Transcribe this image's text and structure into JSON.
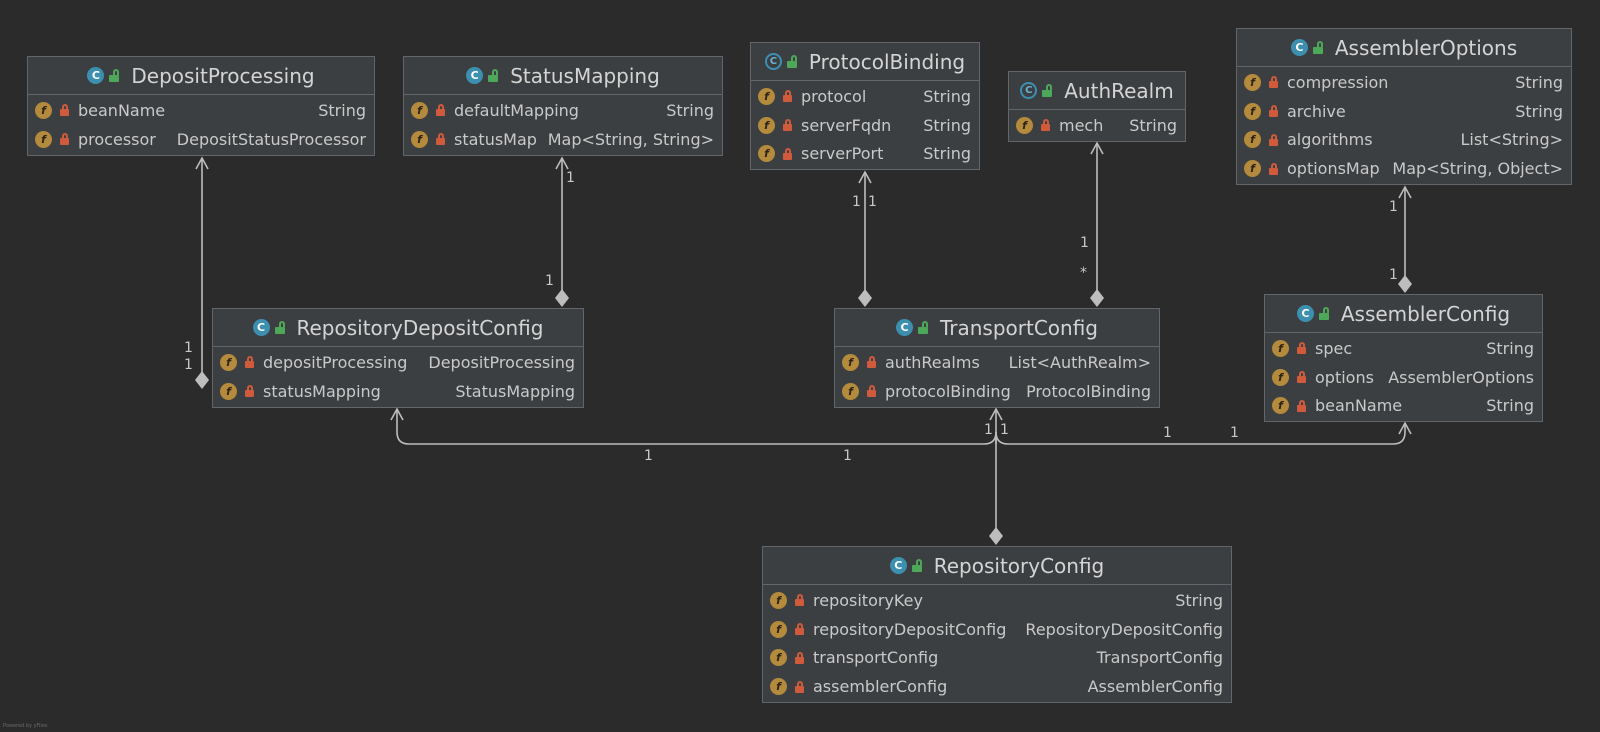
{
  "classes": {
    "depositProcessing": {
      "name": "DepositProcessing",
      "kind": "class",
      "fields": [
        {
          "name": "beanName",
          "type": "String"
        },
        {
          "name": "processor",
          "type": "DepositStatusProcessor"
        }
      ]
    },
    "statusMapping": {
      "name": "StatusMapping",
      "kind": "class",
      "fields": [
        {
          "name": "defaultMapping",
          "type": "String"
        },
        {
          "name": "statusMap",
          "type": "Map<String, String>"
        }
      ]
    },
    "protocolBinding": {
      "name": "ProtocolBinding",
      "kind": "abstract",
      "fields": [
        {
          "name": "protocol",
          "type": "String"
        },
        {
          "name": "serverFqdn",
          "type": "String"
        },
        {
          "name": "serverPort",
          "type": "String"
        }
      ]
    },
    "authRealm": {
      "name": "AuthRealm",
      "kind": "abstract",
      "fields": [
        {
          "name": "mech",
          "type": "String"
        }
      ]
    },
    "assemblerOptions": {
      "name": "AssemblerOptions",
      "kind": "class",
      "fields": [
        {
          "name": "compression",
          "type": "String"
        },
        {
          "name": "archive",
          "type": "String"
        },
        {
          "name": "algorithms",
          "type": "List<String>"
        },
        {
          "name": "optionsMap",
          "type": "Map<String, Object>"
        }
      ]
    },
    "repositoryDepositConfig": {
      "name": "RepositoryDepositConfig",
      "kind": "class",
      "fields": [
        {
          "name": "depositProcessing",
          "type": "DepositProcessing"
        },
        {
          "name": "statusMapping",
          "type": "StatusMapping"
        }
      ]
    },
    "transportConfig": {
      "name": "TransportConfig",
      "kind": "class",
      "fields": [
        {
          "name": "authRealms",
          "type": "List<AuthRealm>"
        },
        {
          "name": "protocolBinding",
          "type": "ProtocolBinding"
        }
      ]
    },
    "assemblerConfig": {
      "name": "AssemblerConfig",
      "kind": "class",
      "fields": [
        {
          "name": "spec",
          "type": "String"
        },
        {
          "name": "options",
          "type": "AssemblerOptions"
        },
        {
          "name": "beanName",
          "type": "String"
        }
      ]
    },
    "repositoryConfig": {
      "name": "RepositoryConfig",
      "kind": "class",
      "fields": [
        {
          "name": "repositoryKey",
          "type": "String"
        },
        {
          "name": "repositoryDepositConfig",
          "type": "RepositoryDepositConfig"
        },
        {
          "name": "transportConfig",
          "type": "TransportConfig"
        },
        {
          "name": "assemblerConfig",
          "type": "AssemblerConfig"
        }
      ]
    }
  },
  "multiplicities": {
    "rdc_dp_1": "1",
    "rdc_dp_2": "1",
    "rdc_sm_top": "1",
    "rdc_sm_bottom": "1",
    "tc_pb_1": "1",
    "tc_pb_2": "1",
    "tc_ar_top": "1",
    "tc_ar_bottom": "*",
    "ac_ao_top": "1",
    "ac_ao_bottom": "1",
    "rc_rdc_1": "1",
    "rc_rdc_2": "1",
    "rc_tc_1": "1",
    "rc_tc_2": "1",
    "rc_ac_1": "1",
    "rc_ac_2": "1"
  },
  "footer": "Powered by yFiles",
  "colors": {
    "background": "#2b2b2b",
    "box": "#3c3f41",
    "border": "#62666a",
    "classIcon": "#3d8fb0",
    "fieldIcon": "#b48a3c",
    "privateLock": "#cf5a3c",
    "publicLock": "#4ea85a"
  }
}
